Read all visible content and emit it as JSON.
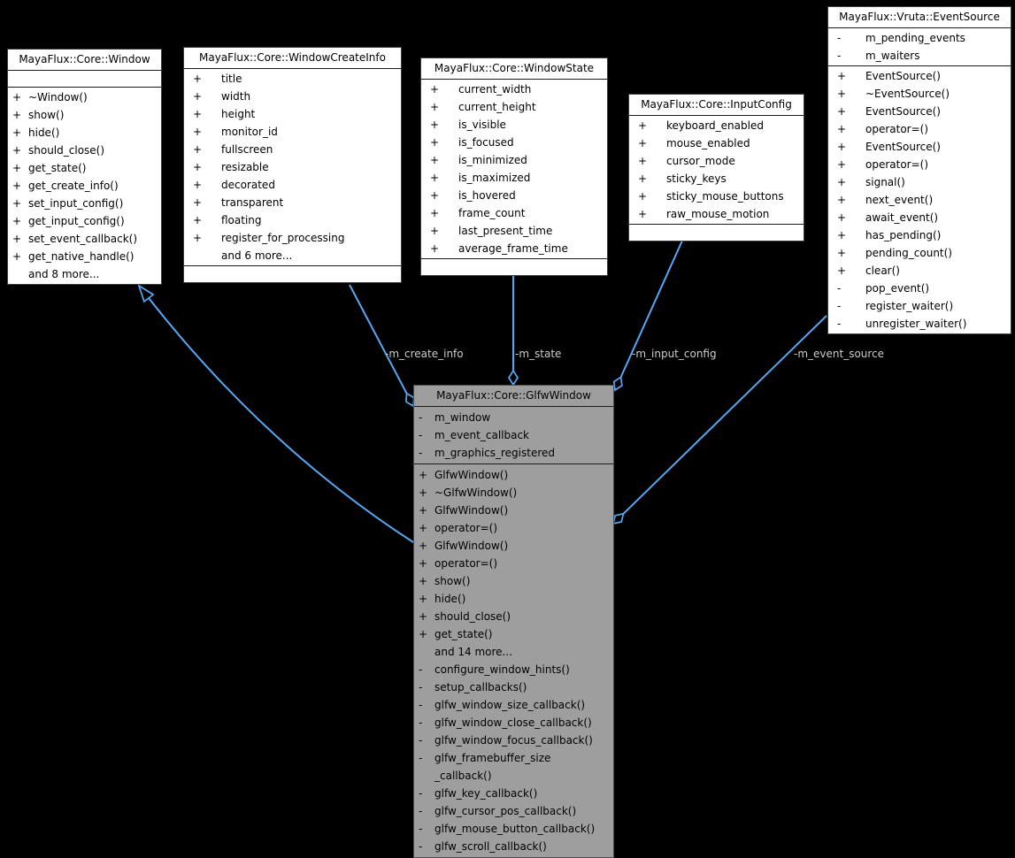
{
  "diagram": {
    "background": "#000000",
    "edge_color": "#57a8f4",
    "edge_label_color": "#cbcbcb",
    "node_fill": "#ffffff",
    "node_border": "#3e3e3e",
    "node_text": "#000000",
    "focus_fill": "#9e9e9e",
    "focus_border": "#4d4d4d",
    "separator": "#1c1c1c"
  },
  "classes": {
    "window": {
      "title": "MayaFlux::Core::Window",
      "attributes": [],
      "methods": [
        {
          "sign": "+",
          "text": "~Window()"
        },
        {
          "sign": "+",
          "text": "show()"
        },
        {
          "sign": "+",
          "text": "hide()"
        },
        {
          "sign": "+",
          "text": "should_close()"
        },
        {
          "sign": "+",
          "text": "get_state()"
        },
        {
          "sign": "+",
          "text": "get_create_info()"
        },
        {
          "sign": "+",
          "text": "set_input_config()"
        },
        {
          "sign": "+",
          "text": "get_input_config()"
        },
        {
          "sign": "+",
          "text": "set_event_callback()"
        },
        {
          "sign": "+",
          "text": "get_native_handle()"
        },
        {
          "sign": "",
          "text": "and 8 more..."
        }
      ]
    },
    "create_info": {
      "title": "MayaFlux::Core::WindowCreateInfo",
      "attributes": [
        {
          "sign": "+",
          "text": "title"
        },
        {
          "sign": "+",
          "text": "width"
        },
        {
          "sign": "+",
          "text": "height"
        },
        {
          "sign": "+",
          "text": "monitor_id"
        },
        {
          "sign": "+",
          "text": "fullscreen"
        },
        {
          "sign": "+",
          "text": "resizable"
        },
        {
          "sign": "+",
          "text": "decorated"
        },
        {
          "sign": "+",
          "text": "transparent"
        },
        {
          "sign": "+",
          "text": "floating"
        },
        {
          "sign": "+",
          "text": "register_for_processing"
        },
        {
          "sign": "",
          "text": "and 6 more..."
        }
      ],
      "methods": []
    },
    "window_state": {
      "title": "MayaFlux::Core::WindowState",
      "attributes": [
        {
          "sign": "+",
          "text": "current_width"
        },
        {
          "sign": "+",
          "text": "current_height"
        },
        {
          "sign": "+",
          "text": "is_visible"
        },
        {
          "sign": "+",
          "text": "is_focused"
        },
        {
          "sign": "+",
          "text": "is_minimized"
        },
        {
          "sign": "+",
          "text": "is_maximized"
        },
        {
          "sign": "+",
          "text": "is_hovered"
        },
        {
          "sign": "+",
          "text": "frame_count"
        },
        {
          "sign": "+",
          "text": "last_present_time"
        },
        {
          "sign": "+",
          "text": "average_frame_time"
        }
      ],
      "methods": []
    },
    "input_config": {
      "title": "MayaFlux::Core::InputConfig",
      "attributes": [
        {
          "sign": "+",
          "text": "keyboard_enabled"
        },
        {
          "sign": "+",
          "text": "mouse_enabled"
        },
        {
          "sign": "+",
          "text": "cursor_mode"
        },
        {
          "sign": "+",
          "text": "sticky_keys"
        },
        {
          "sign": "+",
          "text": "sticky_mouse_buttons"
        },
        {
          "sign": "+",
          "text": "raw_mouse_motion"
        }
      ],
      "methods": []
    },
    "event_source": {
      "title": "MayaFlux::Vruta::EventSource",
      "attributes": [
        {
          "sign": "-",
          "text": "m_pending_events"
        },
        {
          "sign": "-",
          "text": "m_waiters"
        }
      ],
      "methods": [
        {
          "sign": "+",
          "text": "EventSource()"
        },
        {
          "sign": "+",
          "text": "~EventSource()"
        },
        {
          "sign": "+",
          "text": "EventSource()"
        },
        {
          "sign": "+",
          "text": "operator=()"
        },
        {
          "sign": "+",
          "text": "EventSource()"
        },
        {
          "sign": "+",
          "text": "operator=()"
        },
        {
          "sign": "+",
          "text": "signal()"
        },
        {
          "sign": "+",
          "text": "next_event()"
        },
        {
          "sign": "+",
          "text": "await_event()"
        },
        {
          "sign": "+",
          "text": "has_pending()"
        },
        {
          "sign": "+",
          "text": "pending_count()"
        },
        {
          "sign": "+",
          "text": "clear()"
        },
        {
          "sign": "-",
          "text": "pop_event()"
        },
        {
          "sign": "-",
          "text": "register_waiter()"
        },
        {
          "sign": "-",
          "text": "unregister_waiter()"
        }
      ]
    },
    "glfw_window": {
      "title": "MayaFlux::Core::GlfwWindow",
      "attributes": [
        {
          "sign": "-",
          "text": "m_window"
        },
        {
          "sign": "-",
          "text": "m_event_callback"
        },
        {
          "sign": "-",
          "text": "m_graphics_registered"
        }
      ],
      "methods": [
        {
          "sign": "+",
          "text": "GlfwWindow()"
        },
        {
          "sign": "+",
          "text": "~GlfwWindow()"
        },
        {
          "sign": "+",
          "text": "GlfwWindow()"
        },
        {
          "sign": "+",
          "text": "operator=()"
        },
        {
          "sign": "+",
          "text": "GlfwWindow()"
        },
        {
          "sign": "+",
          "text": "operator=()"
        },
        {
          "sign": "+",
          "text": "show()"
        },
        {
          "sign": "+",
          "text": "hide()"
        },
        {
          "sign": "+",
          "text": "should_close()"
        },
        {
          "sign": "+",
          "text": "get_state()"
        },
        {
          "sign": "",
          "text": "and 14 more..."
        },
        {
          "sign": "-",
          "text": "configure_window_hints()"
        },
        {
          "sign": "-",
          "text": "setup_callbacks()"
        },
        {
          "sign": "-",
          "text": "glfw_window_size_callback()"
        },
        {
          "sign": "-",
          "text": "glfw_window_close_callback()"
        },
        {
          "sign": "-",
          "text": "glfw_window_focus_callback()"
        },
        {
          "sign": "-",
          "text": "glfw_framebuffer_size",
          "text2": "_callback()"
        },
        {
          "sign": "-",
          "text": "glfw_key_callback()"
        },
        {
          "sign": "-",
          "text": "glfw_cursor_pos_callback()"
        },
        {
          "sign": "-",
          "text": "glfw_mouse_button_callback()"
        },
        {
          "sign": "-",
          "text": "glfw_scroll_callback()"
        }
      ]
    }
  },
  "edges": {
    "create_info": {
      "label": "-m_create_info"
    },
    "state": {
      "label": "-m_state"
    },
    "input_config": {
      "label": "-m_input_config"
    },
    "event_source": {
      "label": "-m_event_source"
    }
  }
}
